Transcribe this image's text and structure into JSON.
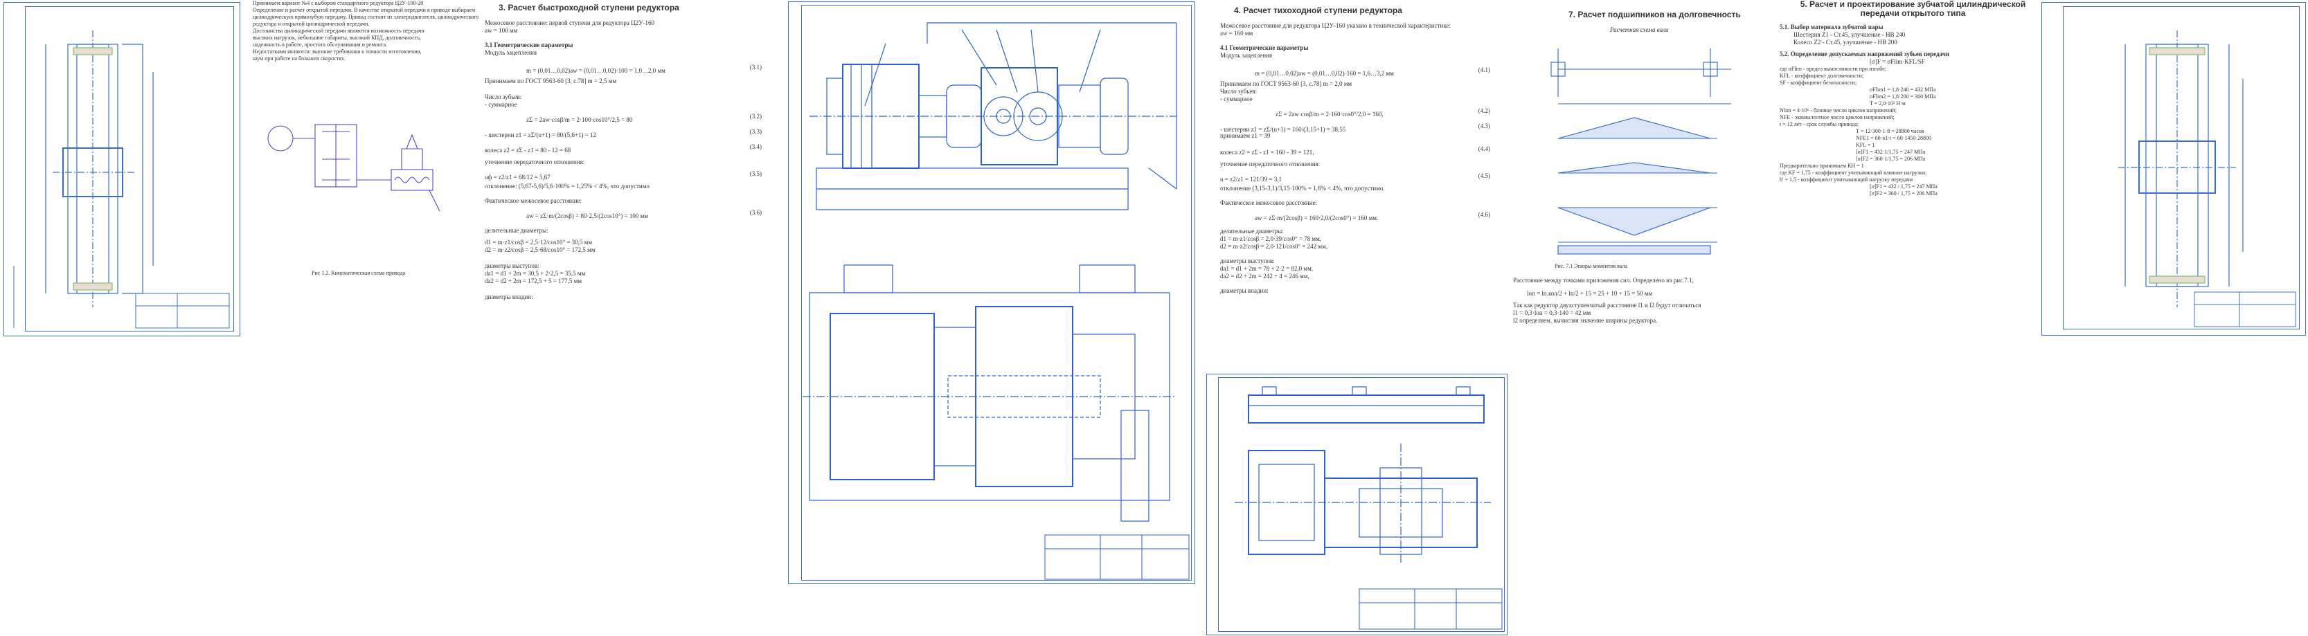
{
  "col1": {
    "lines": [
      "Принимаем вариант №4 с выбором стандартного редуктора Ц2У-100-20",
      "Определение и расчет открытой передачи. В качестве открытой передачи в приводе выбираем",
      "цилиндрическую прямозубую передачу. Привод состоит из электродвигателя, цилиндрического",
      "редуктора и открытой цилиндрической передачи.",
      "Достоинства цилиндрической передачи являются возможность передачи",
      "высоких нагрузок, небольшие габариты, высокий КПД, долговечность,",
      "надежность в работе, простота обслуживания и ремонта.",
      "Недостатками являются: высокие требования к точности изготовления,",
      "шум при работе на больших скоростях."
    ],
    "caption": "Рис 1.2. Кинематическая схема привода"
  },
  "col2": {
    "title": "3. Расчет быстроходной ступени редуктора",
    "intro": "Межосевое расстояние: первой ступени для редуктора Ц2У-160",
    "aw": "aw = 100 мм",
    "sub": "3.1 Геометрические параметры",
    "module": "Модуль зацепления",
    "eq1": "m = (0,01…0,02)aw = (0,01…0,02)·100 = 1,0…2,0 мм",
    "eq1n": "(3.1)",
    "accept": "Принимаем по ГОСТ 9563-60 [3, с.78] m = 2,5 мм",
    "teeth": "Число зубьев:",
    "teeth_sum": "- суммарное",
    "eq2": "zΣ = 2aw·cosβ/m = 2·100·cos10°/2,5 = 80",
    "eq2n": "(3.2)",
    "eq3": "- шестерни z1 = zΣ/(u+1) = 80/(5,6+1) = 12",
    "eq3n": "(3.3)",
    "eq4": "колеса z2 = zΣ - z1 = 80 - 12 = 68",
    "eq4n": "(3.4)",
    "ratio": "уточнение передаточного отношения:",
    "eq5": "uф = z2/z1 = 68/12 = 5,67",
    "eq5n": "(3.5)",
    "dev": "отклонение: (5,67-5,6)/5,6·100% = 1,25% < 4%, что допустимо",
    "real": "Фактическое межосевое расстояние:",
    "eq6": "aw = zΣ·m/(2cosβ) = 80·2,5/(2cos10°) = 100 мм",
    "eq6n": "(3.6)",
    "diam": "делительные диаметры:",
    "d1": "d1 = m·z1/cosβ = 2,5·12/cos10° = 30,5 мм",
    "d2": "d2 = m·z2/cosβ = 2,5·68/cos10° = 172,5 мм",
    "tips": "диаметры выступов:",
    "da1": "da1 = d1 + 2m = 30,5 + 2·2,5 = 35,5 мм",
    "da2": "da2 = d2 + 2m = 172,5 + 5 = 177,5 мм",
    "roots": "диаметры впадин:"
  },
  "col3": {
    "title": "4. Расчет тихоходной ступени редуктора",
    "intro": "Межосевое расстояние для редуктора Ц2У-160 указано в технической характеристике:",
    "aw": "aw = 160 мм",
    "sub": "4.1 Геометрические параметры",
    "module": "Модуль зацепления",
    "eq1": "m = (0,01…0,02)aw = (0,01…0,02)·160 = 1,6…3,2 мм",
    "eq1n": "(4.1)",
    "accept": "Принимаем по ГОСТ 9563-60 [3, с.78] m = 2,0 мм",
    "teeth": "Число зубьев:",
    "teeth_sum": "- суммарное",
    "eq2": "zΣ = 2aw·cosβ/m = 2·160·cos0°/2,0 = 160,",
    "eq2n": "(4.2)",
    "eq3": "- шестерни z1 = zΣ/(u+1) = 160/(3,15+1) = 38,55",
    "eq3n": "(4.3)",
    "accept2": "принимаем z1 = 39",
    "eq4": "колеса z2 = zΣ - z1 = 160 - 39 = 121,",
    "eq4n": "(4.4)",
    "ratio": "уточнение передаточного отношения:",
    "eq5": "u = z2/z1 = 121/39 = 3,1",
    "eq5n": "(4.5)",
    "dev": "отклонение (3,15-3,1)/3,15·100% = 1,6% < 4%, что допустимо.",
    "real": "Фактическое межосевое расстояние:",
    "eq6": "aw = zΣ·m/(2cosβ) = 160·2,0/(2cos0°) = 160 мм.",
    "eq6n": "(4.6)",
    "diam": "делительные диаметры:",
    "d1": "d1 = m·z1/cosβ = 2,0·39/cos0° = 78 мм,",
    "d2": "d2 = m·z2/cosβ = 2,0·121/cos0° = 242 мм,",
    "tips": "диаметры выступов:",
    "da1": "da1 = d1 + 2m = 78 + 2·2 = 82,0 мм,",
    "da2": "da2 = d2 + 2m = 242 + 4 = 246 мм,",
    "roots": "диаметры впадин:"
  },
  "col4": {
    "title": "7. Расчет подшипников на долговечность",
    "scheme": "Расчетная схема вала",
    "caption": "Рис. 7.1 Эпюры моментов вала",
    "p1": "Расстояние между точками приложения сил. Определено из рис.7.1,",
    "p2": "lоп = lп.кол/2 + lп/2 + 15 = 25 + 10 + 15 = 50 мм",
    "p3": "Так как редуктор двухступенчатый расстояние l1 и l2 будут отличаться",
    "p4": "l1 = 0,3·lоп = 0,3·140 = 42 мм",
    "p5": "l2 определяем, вычисляя значение ширины редуктора."
  },
  "col5": {
    "title": "5. Расчет и проектирование зубчатой цилиндрической передачи открытого типа",
    "sub1": "5.1. Выбор материала зубчатой пары",
    "mat1": "Шестерня Z1 - Ст.45, улучшение - НВ 240",
    "mat2": "Колесо Z2 - Ст.45, улучшение - НВ 200",
    "sub2": "5.2. Определение допускаемых напряжений зубьев передачи",
    "f1": "[σ]F = σFlim·KFL/SF",
    "l1": "где σFlim - предел выносливости при изгибе;",
    "l2": "KFL - коэффициент долговечности;",
    "l3": "SF - коэффициент безопасности;",
    "l4": "σFlim1 = 1,8·240 = 432 МПа",
    "l5": "σFlim2 = 1,8·200 = 360 МПа",
    "l6": "T = 2,0·10³ Н·м",
    "l7": "Nlim = 4·10⁶ - базовое число циклов напряжений;",
    "l8": "NFE - эквивалентное число циклов напряжений;",
    "l9": "t = 12 лет - срок службы привода;",
    "l10": "T = 12·300·1·8 = 28800 часов",
    "l11": "NFE1 = 60·n1·t = 60·1450·28800",
    "l12": "KFL = 1",
    "l13": "[σ]F1 = 432·1/1,75 = 247 МПа",
    "l14": "[σ]F2 = 360·1/1,75 = 206 МПа",
    "l15": "Предварительно принимаем КН = 1",
    "l16": "где КF = 1,75 - коэффициент учитывающий влияние нагрузки;",
    "l17": "b' = 1,5 - коэффициент учитывающий нагрузку передачи",
    "l18": "[σ]F1 = 432 / 1,75 = 247 МПа",
    "l19": "[σ]F2 = 360 / 1,75 = 206 МПа"
  }
}
